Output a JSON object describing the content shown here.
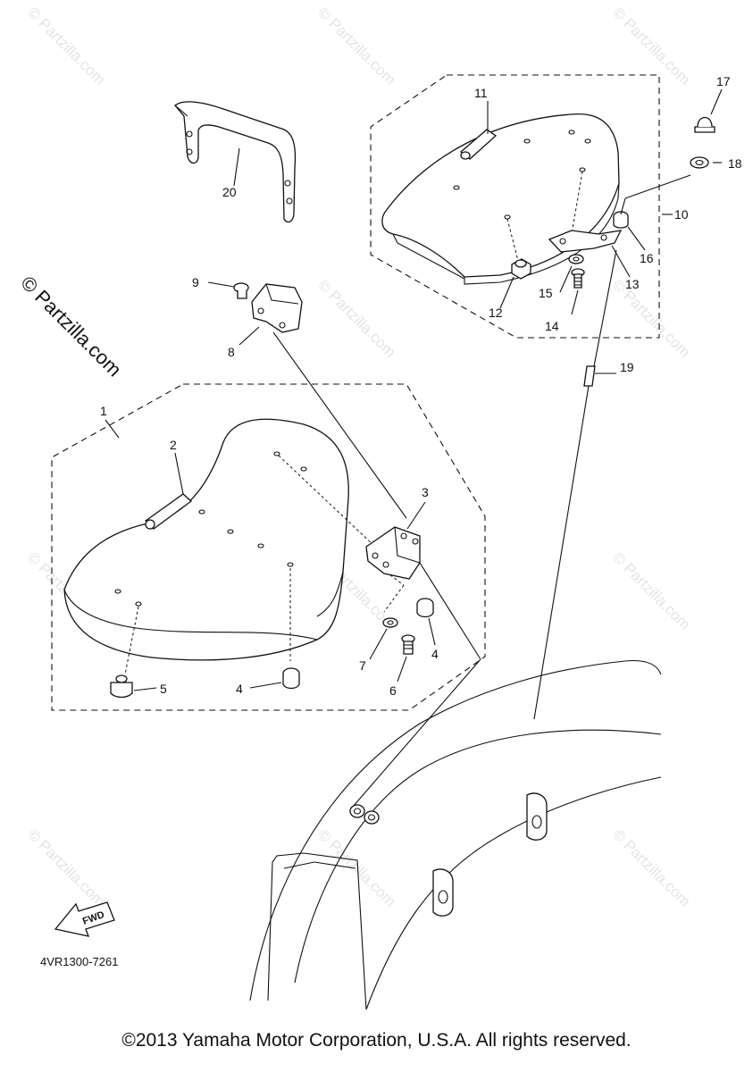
{
  "watermark": {
    "text": "© Partzilla.com",
    "side_text": "© Partzilla.com"
  },
  "diagram_code": "4VR1300-7261",
  "fwd_label": "FWD",
  "copyright": "©2013 Yamaha Motor Corporation, U.S.A. All rights reserved.",
  "callouts": {
    "c1": "1",
    "c2": "2",
    "c3": "3",
    "c4a": "4",
    "c4b": "4",
    "c5": "5",
    "c6": "6",
    "c7": "7",
    "c8": "8",
    "c9": "9",
    "c10": "10",
    "c11": "11",
    "c12": "12",
    "c13": "13",
    "c14": "14",
    "c15": "15",
    "c16": "16",
    "c17": "17",
    "c18": "18",
    "c19": "19",
    "c20": "20"
  }
}
